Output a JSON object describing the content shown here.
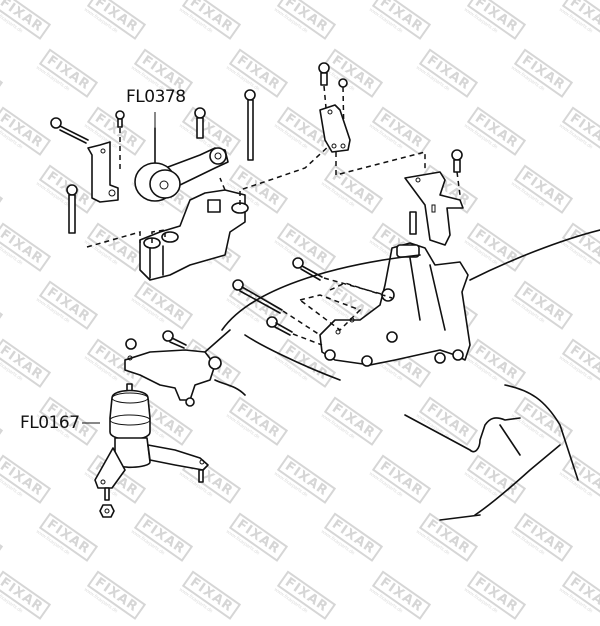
{
  "diagram": {
    "type": "exploded parts diagram - engine mounts",
    "labels": [
      {
        "id": "FL0378",
        "text": "FL0378",
        "refers_to": "upper torque rod engine mount"
      },
      {
        "id": "FL0167",
        "text": "FL0167",
        "refers_to": "lower hydraulic engine mount"
      }
    ],
    "watermark": {
      "brand": "FIXAR",
      "url": "www.fixarparts.de",
      "color": "#d6d6d6"
    },
    "line_color": "#111111",
    "background": "#ffffff"
  }
}
